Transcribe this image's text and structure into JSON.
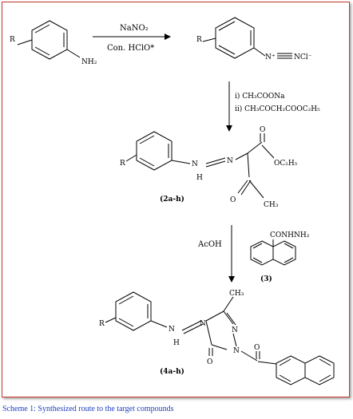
{
  "caption": "Scheme 1: Synthesized route to the target compounds",
  "colors": {
    "border": "#c0392b",
    "caption": "#1f3fbf",
    "ink": "#000000"
  },
  "step1": {
    "reagent_top": "NaNO₂",
    "reagent_bottom": "Con. HClO*"
  },
  "aniline": {
    "r_label": "R",
    "nh2_label": "NH₂"
  },
  "diazonium": {
    "r_label": "R",
    "n_label": "N⁺",
    "cl_label": "NCl⁻"
  },
  "step2": {
    "line1": "i) CH₃COONa",
    "line2": "ii) CH₃COCH₂COOC₂H₅"
  },
  "hydrazone": {
    "r_label": "R",
    "n_label": "N",
    "h_label": "H",
    "n2_label": "N",
    "o_ester": "O",
    "ester_label": "OC₂H₅",
    "o_keto": "O",
    "ch3_label": "CH₃",
    "compound_label": "(2a-h)"
  },
  "step3": {
    "left_reagent": "AcOH",
    "hydrazide_label": "CONHNH₂",
    "hydrazide_number": "(3)"
  },
  "product": {
    "r_label": "R",
    "n_label": "N",
    "h_label": "H",
    "n2_label": "N",
    "ch3_label": "CH₃",
    "ring_n1": "N",
    "ring_n2": "N",
    "o_ring": "O",
    "o_carbonyl": "O",
    "compound_label": "(4a-h)"
  }
}
